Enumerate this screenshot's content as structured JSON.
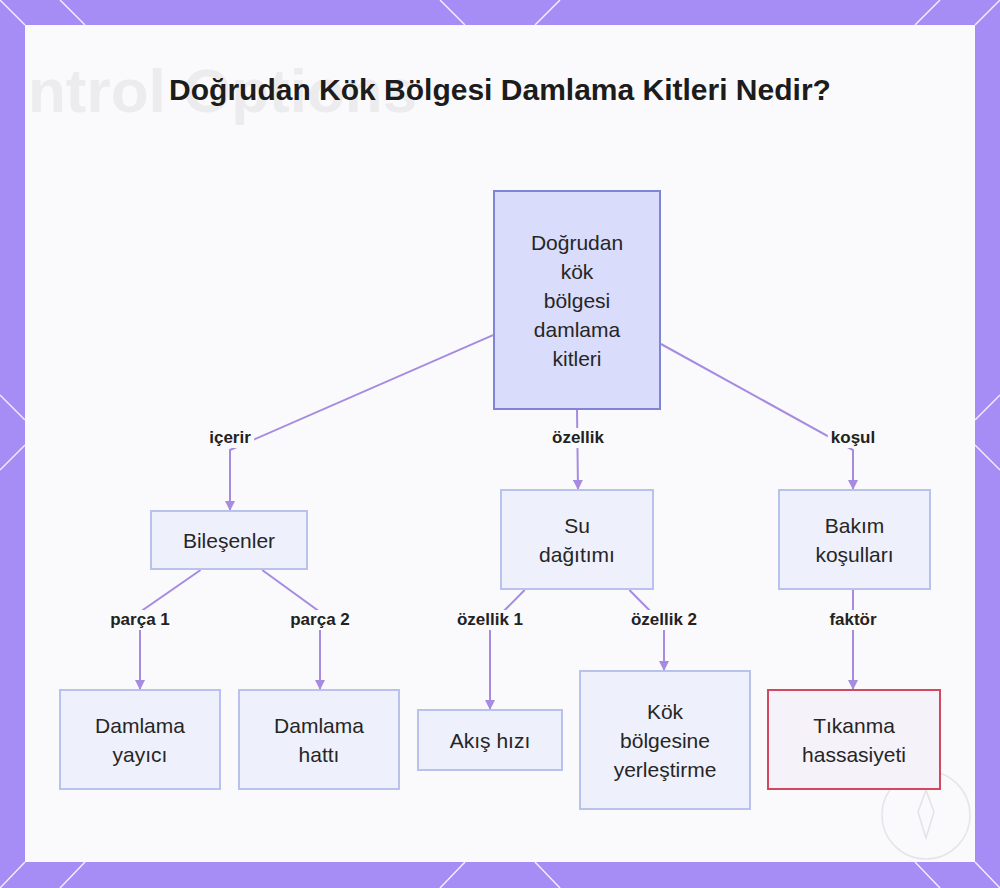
{
  "diagram": {
    "title": "Doğrudan Kök Bölgesi Damlama Kitleri Nedir?",
    "nodes": [
      {
        "text": [
          "Doğrudan kök bölgesi damlama kitleri"
        ]
      },
      {
        "text": [
          "Bileşenler"
        ]
      },
      {
        "text": [
          "Su dağıtımı"
        ]
      },
      {
        "text": [
          "Bakım koşulları"
        ]
      },
      {
        "text": [
          "Damlama yayıcı"
        ]
      },
      {
        "text": [
          "Damlama hattı"
        ]
      },
      {
        "text": [
          "Akış hızı"
        ]
      },
      {
        "text": [
          "Kök bölgesine yerleştirme"
        ]
      },
      {
        "text": [
          "Tıkanma hassasiyeti"
        ]
      }
    ],
    "edges": [
      {
        "from": 0,
        "to": 1,
        "label": "içerir",
        "arrow": "to"
      },
      {
        "from": 0,
        "to": 2,
        "label": "özellik",
        "arrow": "to"
      },
      {
        "from": 0,
        "to": 3,
        "label": "koşul",
        "arrow": "to"
      },
      {
        "from": 1,
        "to": 4,
        "label": "parça 1",
        "arrow": "to"
      },
      {
        "from": 1,
        "to": 5,
        "label": "parça 2",
        "arrow": "to"
      },
      {
        "from": 2,
        "to": 6,
        "label": "özellik 1",
        "arrow": "to"
      },
      {
        "from": 2,
        "to": 7,
        "label": "özellik 2",
        "arrow": "to"
      },
      {
        "from": 3,
        "to": 8,
        "label": "faktör",
        "arrow": "to"
      }
    ],
    "labels": [
      "ntrol Options"
    ]
  }
}
